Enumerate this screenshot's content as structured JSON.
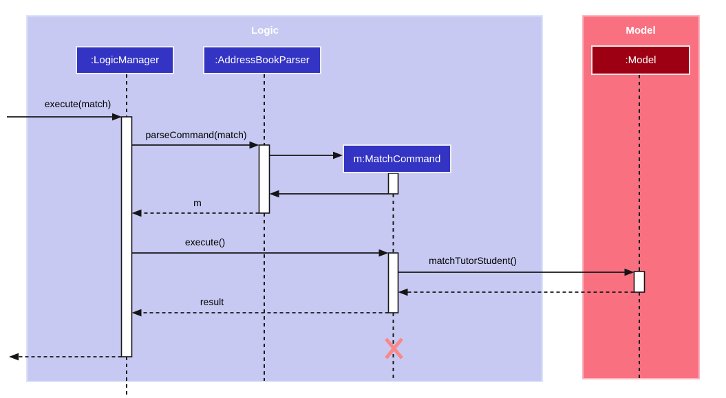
{
  "frames": {
    "logic": "Logic",
    "model": "Model"
  },
  "participants": {
    "logic_manager": ":LogicManager",
    "address_book_parser": ":AddressBookParser",
    "match_command": "m:MatchCommand",
    "model": ":Model"
  },
  "messages": {
    "execute_match": "execute(match)",
    "parse_command": "parseCommand(match)",
    "m": "m",
    "execute": "execute()",
    "match_tutor_student": "matchTutorStudent()",
    "result": "result"
  },
  "colors": {
    "logic_frame_fill": "#C7C9F2",
    "model_frame_fill": "#F97181",
    "logic_participant_fill": "#3333C4",
    "model_participant_fill": "#9D0012",
    "frame_title_text": "#FFFFFF",
    "participant_text": "#FFFFFF",
    "message_text": "#000000",
    "lifeline_stroke": "#1A1A1A",
    "destroy_x": "#FA8888",
    "activation_fill": "#FFFFFF"
  }
}
